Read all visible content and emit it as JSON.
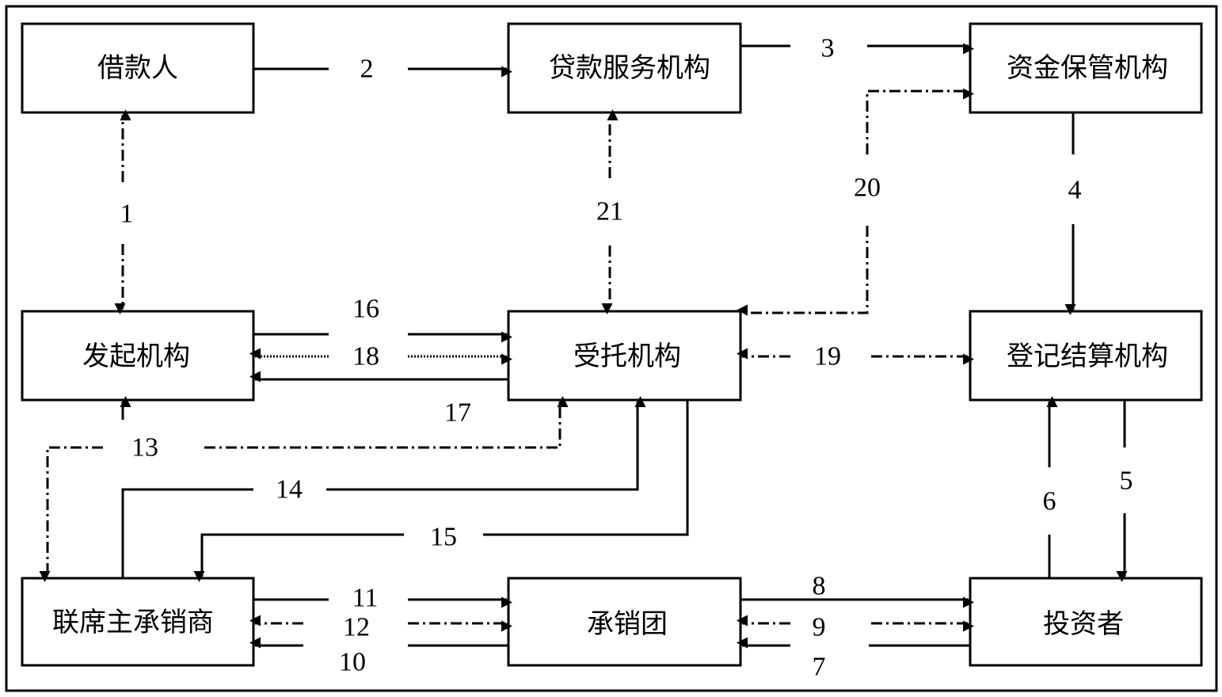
{
  "boxes": {
    "borrower": "借款人",
    "loan_servicer": "贷款服务机构",
    "fund_custodian": "资金保管机构",
    "originator": "发起机构",
    "trustee": "受托机构",
    "registration_settlement": "登记结算机构",
    "lead_underwriter": "联席主承销商",
    "underwriting_syndicate": "承销团",
    "investor": "投资者"
  },
  "arrows": {
    "a1": "1",
    "a2": "2",
    "a3": "3",
    "a4": "4",
    "a5": "5",
    "a6": "6",
    "a7": "7",
    "a8": "8",
    "a9": "9",
    "a10": "10",
    "a11": "11",
    "a12": "12",
    "a13": "13",
    "a14": "14",
    "a15": "15",
    "a16": "16",
    "a17": "17",
    "a18": "18",
    "a19": "19",
    "a20": "20",
    "a21": "21"
  }
}
